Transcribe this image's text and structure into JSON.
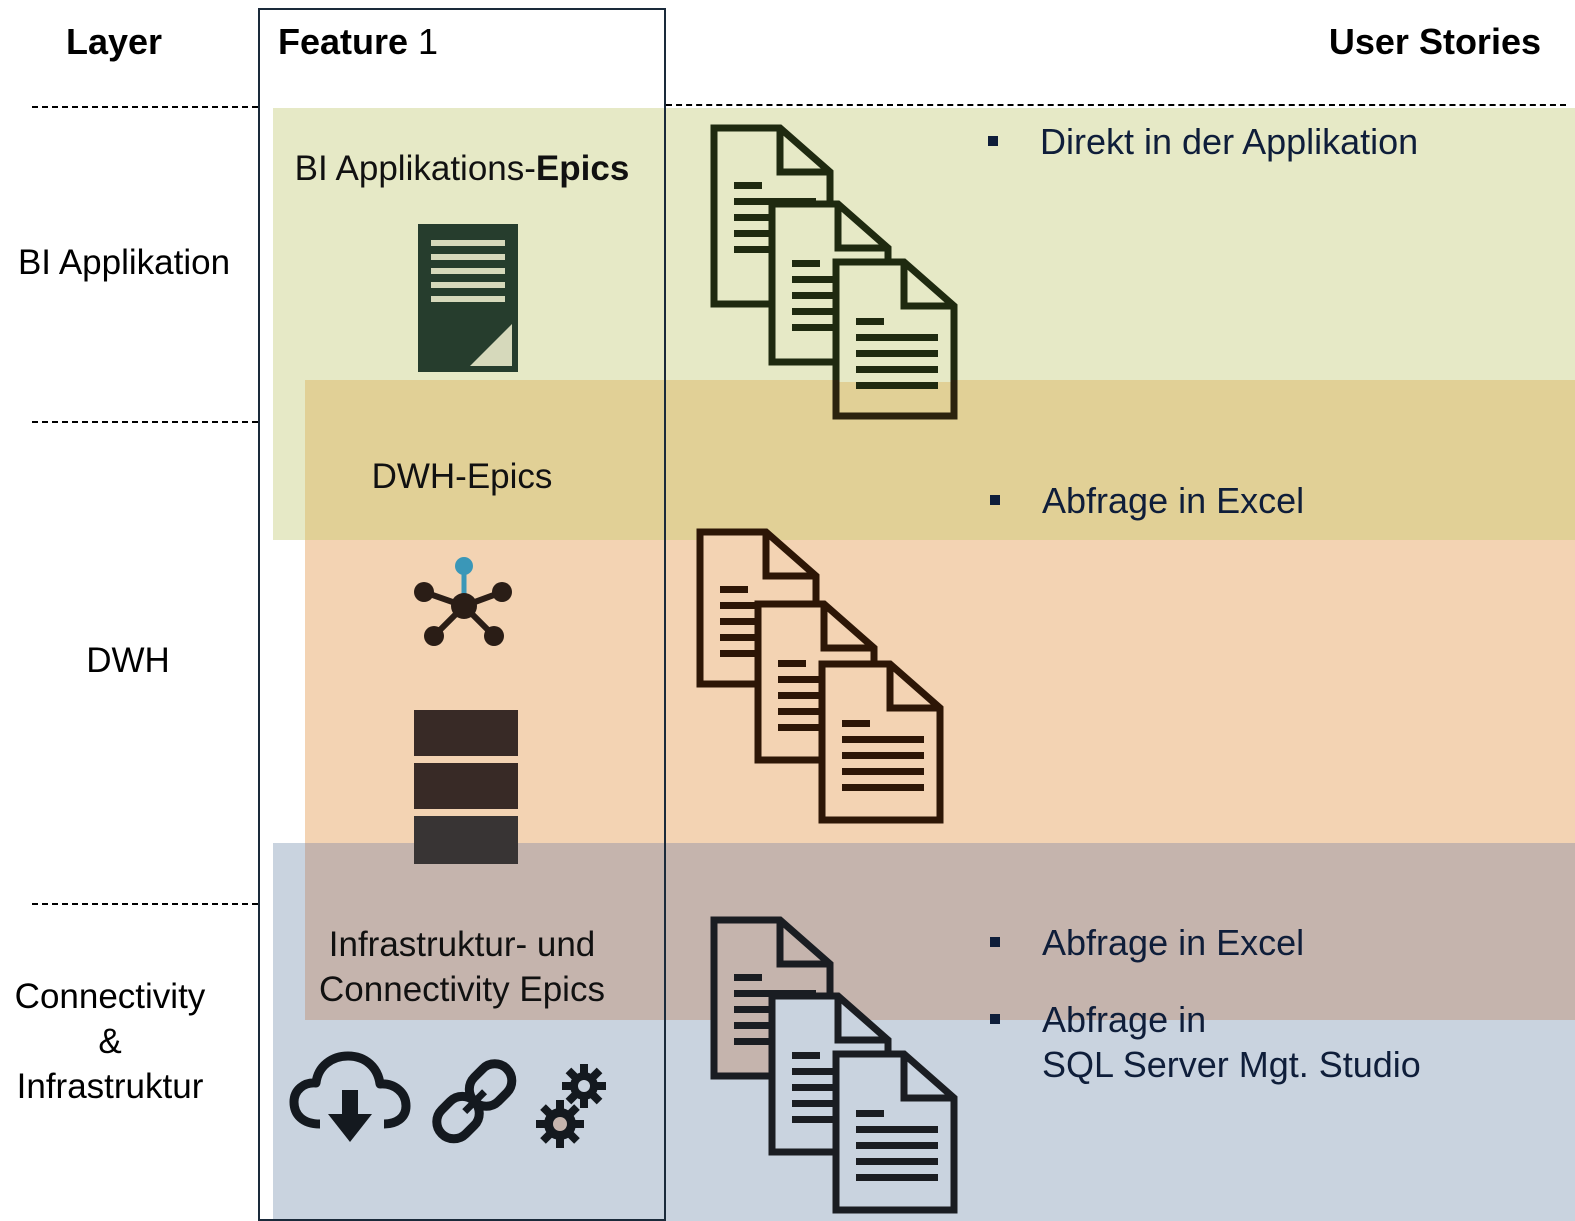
{
  "headers": {
    "layer": "Layer",
    "feature_bold": "Feature",
    "feature_num": " 1",
    "user_stories": "User Stories"
  },
  "layers": {
    "bi": "BI Applikation",
    "dwh": "DWH",
    "conn_line1": "Connectivity",
    "conn_line2": "&",
    "conn_line3": "Infrastruktur"
  },
  "epics": {
    "bi_prefix": "BI Applikations-",
    "bi_bold": "Epics",
    "dwh": "DWH-Epics",
    "infra_line1": "Infrastruktur- und",
    "infra_line2": "Connectivity Epics"
  },
  "stories": {
    "bi": [
      "Direkt in der Applikation"
    ],
    "dwh": [
      "Abfrage in Excel"
    ],
    "infra": [
      "Abfrage in Excel",
      "Abfrage in",
      "SQL Server Mgt. Studio"
    ]
  },
  "colors": {
    "band_bi": "#e6e9c6",
    "band_dwh": "#f3d3b3",
    "band_infra": "#c9d3df",
    "overlap_bi_dwh": "#e1d096",
    "overlap_dwh_infra": "#c5b4ad",
    "icon_dark": "#2c3e2f",
    "accent_blue": "#3a97b8"
  },
  "icons": [
    "document-icon",
    "stacked-documents-icon",
    "network-node-icon",
    "database-icon",
    "cloud-download-icon",
    "link-icon",
    "gears-icon"
  ]
}
